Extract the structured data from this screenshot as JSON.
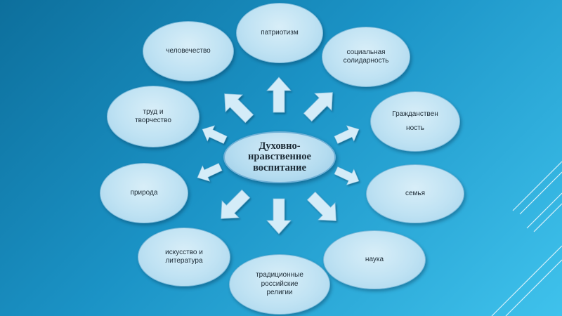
{
  "diagram": {
    "center": "Духовно-\nнравственное\nвоспитание",
    "nodes": [
      {
        "id": "patriotism",
        "label": "патриотизм"
      },
      {
        "id": "solidarity",
        "label": "социальная\nсолидарность"
      },
      {
        "id": "citizenship",
        "label": "Гражданствен\n\nность"
      },
      {
        "id": "family",
        "label": "семья"
      },
      {
        "id": "science",
        "label": "наука"
      },
      {
        "id": "religions",
        "label": "традиционные\nроссийские\nрелигии"
      },
      {
        "id": "art",
        "label": "искусство и\nлитература"
      },
      {
        "id": "nature",
        "label": "природа"
      },
      {
        "id": "labor",
        "label": "труд и\nтворчество"
      },
      {
        "id": "humanity",
        "label": "человечество"
      }
    ]
  },
  "colors": {
    "background_start": "#0d6f9c",
    "background_end": "#3fc2ec",
    "bubble_fill": "#c2e3f4",
    "arrow_fill": "#cfe9f7"
  }
}
